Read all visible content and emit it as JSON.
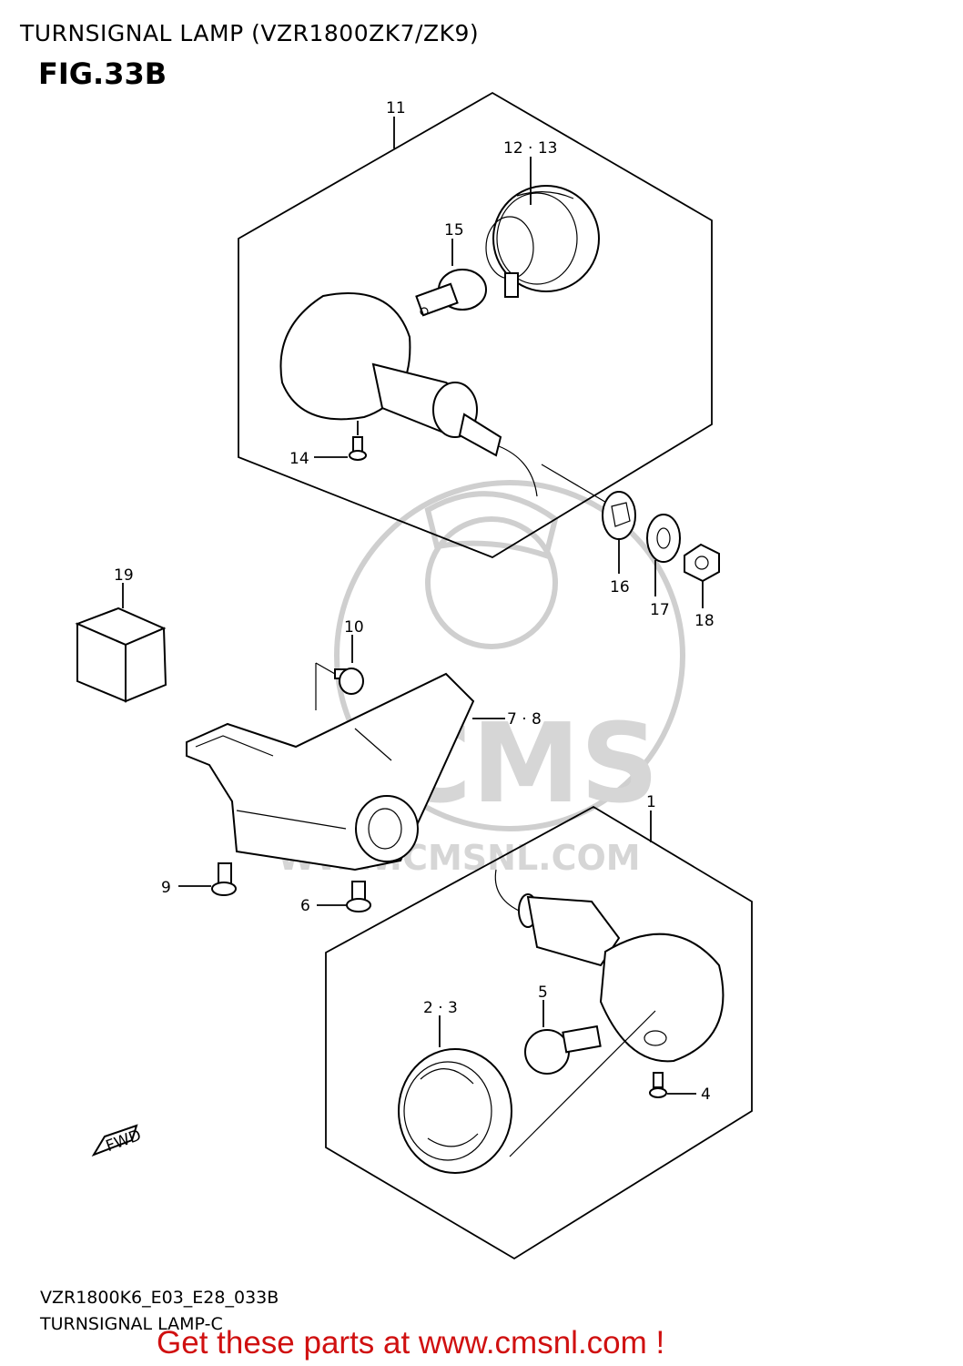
{
  "header": {
    "title": "TURNSIGNAL LAMP (VZR1800ZK7/ZK9)",
    "figure": "FIG.33B"
  },
  "callouts": [
    {
      "id": "c11",
      "label": "11"
    },
    {
      "id": "c12",
      "label": "12 · 13"
    },
    {
      "id": "c15",
      "label": "15"
    },
    {
      "id": "c14",
      "label": "14"
    },
    {
      "id": "c16",
      "label": "16"
    },
    {
      "id": "c17",
      "label": "17"
    },
    {
      "id": "c18",
      "label": "18"
    },
    {
      "id": "c19",
      "label": "19"
    },
    {
      "id": "c10",
      "label": "10"
    },
    {
      "id": "c78",
      "label": "7 · 8"
    },
    {
      "id": "c1",
      "label": "1"
    },
    {
      "id": "c9",
      "label": "9"
    },
    {
      "id": "c6",
      "label": "6"
    },
    {
      "id": "c23",
      "label": "2 · 3"
    },
    {
      "id": "c5",
      "label": "5"
    },
    {
      "id": "c4",
      "label": "4"
    }
  ],
  "direction_marker": "FWD",
  "watermark": {
    "brand": "CMS",
    "url": "WWW.CMSNL.COM"
  },
  "footer": {
    "code": "VZR1800K6_E03_E28_033B",
    "title": "TURNSIGNAL LAMP-C",
    "promo": "Get these parts at www.cmsnl.com !"
  }
}
